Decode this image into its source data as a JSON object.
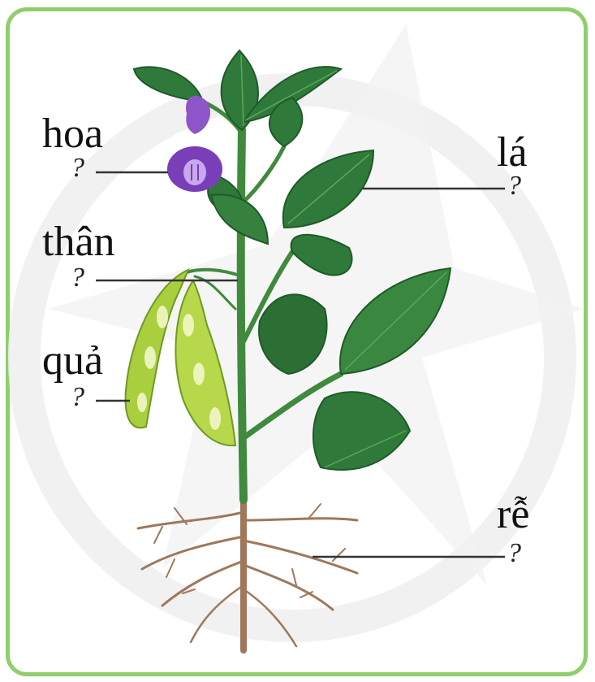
{
  "labels": {
    "hoa": "hoa",
    "than": "thân",
    "qua": "quả",
    "la": "lá",
    "re": "rễ"
  },
  "placeholder": "?",
  "colors": {
    "frame": "#8fcf6a",
    "leaf": "#2f7a3a",
    "leaf_light": "#4a9a4e",
    "stem": "#3f8a3c",
    "flower": "#7a3fb8",
    "pod": "#a9cf3f",
    "root": "#a0775a",
    "leader_line": "#333333",
    "watermark": "#eeeeee"
  }
}
